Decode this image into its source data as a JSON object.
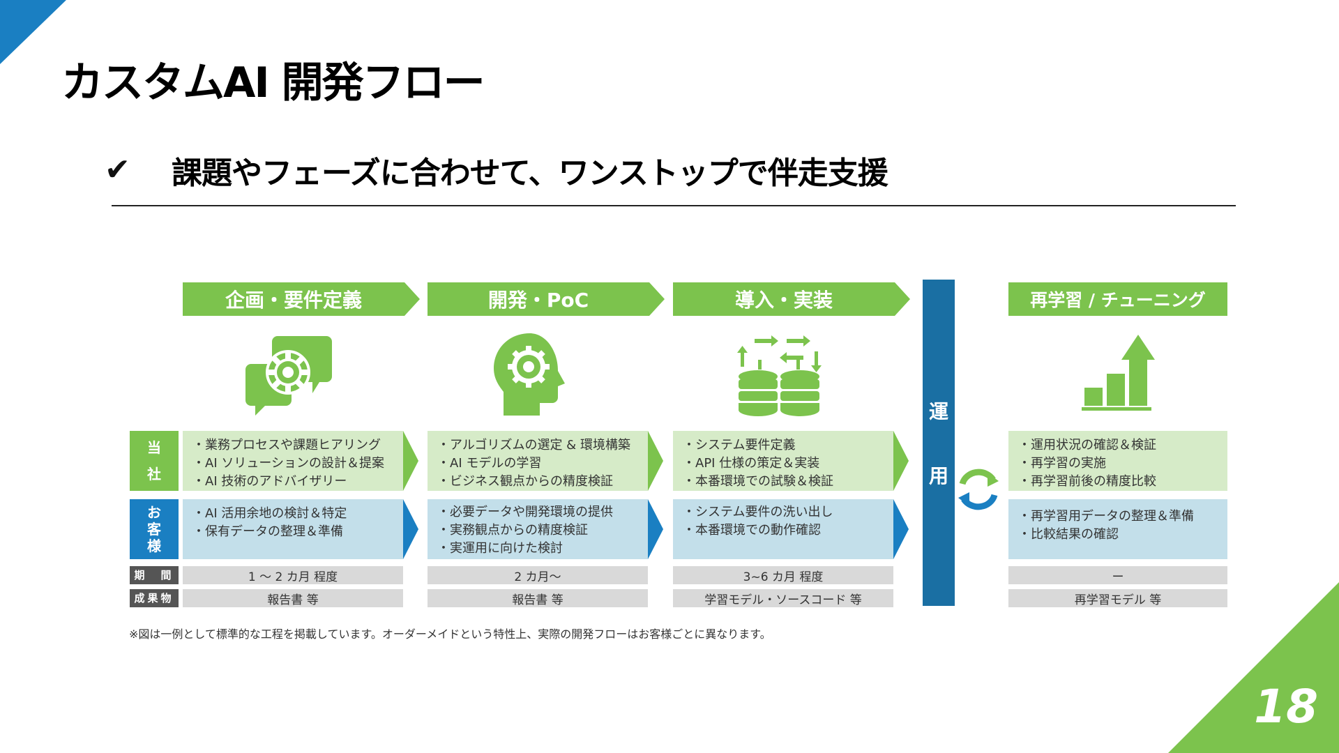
{
  "slide": {
    "title": "カスタムAI 開発フロー",
    "check_mark": "✔",
    "subtitle": "課題やフェーズに合わせて、ワンストップで伴走支援",
    "page_number": "18",
    "footnote": "※図は一例として標準的な工程を掲載しています。オーダーメイドという特性上、実際の開発フローはお客様ごとに異なります。"
  },
  "row_labels": {
    "us": [
      "当",
      "社"
    ],
    "customer": [
      "お",
      "客",
      "様"
    ],
    "period": "期　間",
    "deliverable": "成果物"
  },
  "operation": {
    "chars": [
      "運",
      "用"
    ]
  },
  "phases": [
    {
      "title": "企画・要件定義",
      "icon": "gear-chat-icon",
      "us": [
        "業務プロセスや課題ヒアリング",
        "AI ソリューションの設計＆提案",
        "AI 技術のアドバイザリー"
      ],
      "customer": [
        "AI 活用余地の検討＆特定",
        "保有データの整理＆準備"
      ],
      "period": "1 ～ 2 カ月 程度",
      "deliverable": "報告書 等"
    },
    {
      "title": "開発・PoC",
      "icon": "head-gear-icon",
      "us": [
        "アルゴリズムの選定 & 環境構築",
        "AI モデルの学習",
        "ビジネス観点からの精度検証"
      ],
      "customer": [
        "必要データや開発環境の提供",
        "実務観点からの精度検証",
        "実運用に向けた検討"
      ],
      "period": "2 カ月～",
      "deliverable": "報告書 等"
    },
    {
      "title": "導入・実装",
      "icon": "database-sync-icon",
      "us": [
        "システム要件定義",
        "API 仕様の策定＆実装",
        "本番環境での試験＆検証"
      ],
      "customer": [
        "システム要件の洗い出し",
        "本番環境での動作確認"
      ],
      "period": "3~6 カ月 程度",
      "deliverable": "学習モデル・ソースコード 等"
    },
    {
      "title": "再学習 / チューニング",
      "icon": "growth-chart-icon",
      "us": [
        "運用状況の確認＆検証",
        "再学習の実施",
        "再学習前後の精度比較"
      ],
      "customer": [
        "再学習用データの整理＆準備",
        "比較結果の確認"
      ],
      "period": "ー",
      "deliverable": "再学習モデル 等"
    }
  ],
  "colors": {
    "green": "#7cc34d",
    "blue": "#1a7fc2",
    "dark_blue": "#1a6fa3",
    "light_green": "#d6ebc8",
    "light_blue": "#c3dfea"
  }
}
